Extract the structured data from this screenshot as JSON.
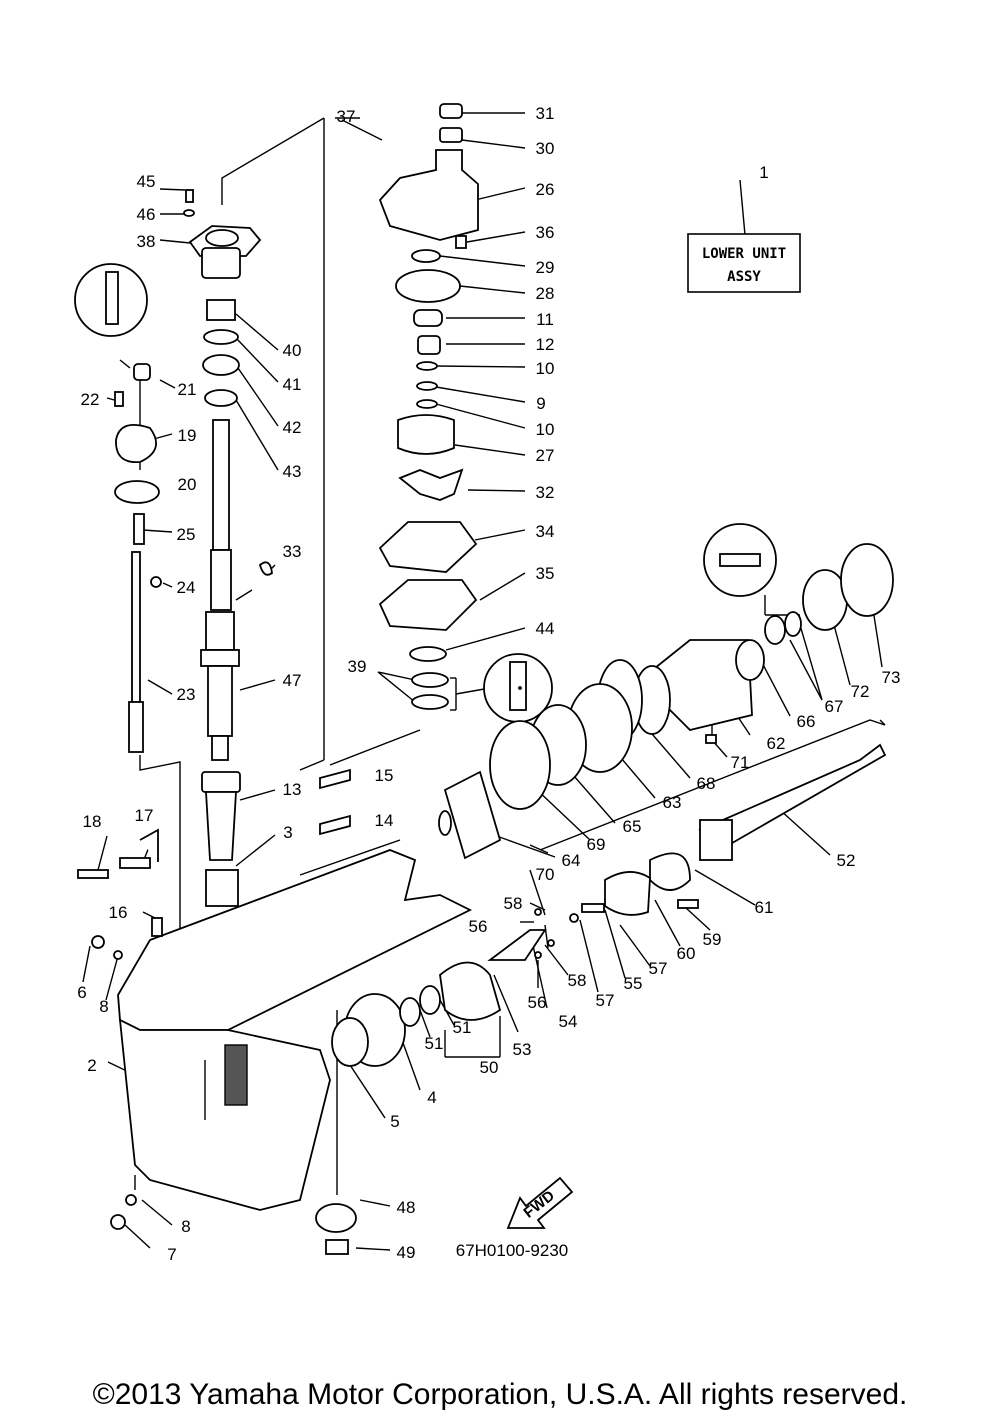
{
  "diagram": {
    "title_box": [
      "LOWER UNIT",
      "ASSY"
    ],
    "part_code": "67H0100-9230",
    "direction_label": "FWD",
    "part_numbers": [
      "1",
      "2",
      "3",
      "4",
      "5",
      "6",
      "7",
      "8",
      "8",
      "9",
      "10",
      "10",
      "11",
      "12",
      "13",
      "14",
      "15",
      "16",
      "17",
      "18",
      "19",
      "20",
      "21",
      "22",
      "23",
      "24",
      "25",
      "26",
      "27",
      "28",
      "29",
      "30",
      "31",
      "32",
      "33",
      "34",
      "35",
      "36",
      "37",
      "38",
      "39",
      "40",
      "41",
      "42",
      "43",
      "44",
      "45",
      "46",
      "47",
      "48",
      "49",
      "50",
      "51",
      "51",
      "52",
      "53",
      "54",
      "55",
      "56",
      "56",
      "57",
      "57",
      "58",
      "58",
      "59",
      "60",
      "61",
      "62",
      "63",
      "64",
      "65",
      "66",
      "67",
      "68",
      "69",
      "70",
      "71",
      "72",
      "73"
    ]
  },
  "footer": {
    "copyright": "©2013 Yamaha Motor Corporation, U.S.A. All rights reserved."
  }
}
